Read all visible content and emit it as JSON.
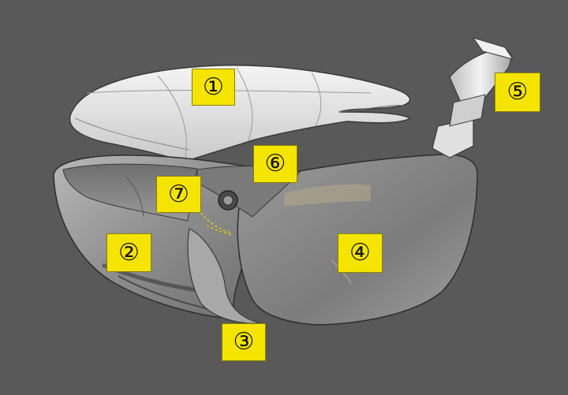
{
  "diagram": {
    "background_color": "#595959",
    "label_color": "#f5e400",
    "parts": [
      {
        "id": "1",
        "label": "①",
        "part": "crown"
      },
      {
        "id": "2",
        "label": "②",
        "part": "body-shell"
      },
      {
        "id": "3",
        "label": "③",
        "part": "sole"
      },
      {
        "id": "4",
        "label": "④",
        "part": "face-plate"
      },
      {
        "id": "5",
        "label": "⑤",
        "part": "hosel-sleeve"
      },
      {
        "id": "6",
        "label": "⑥",
        "part": "hosel-joint"
      },
      {
        "id": "7",
        "label": "⑦",
        "part": "weight-screw"
      }
    ]
  }
}
